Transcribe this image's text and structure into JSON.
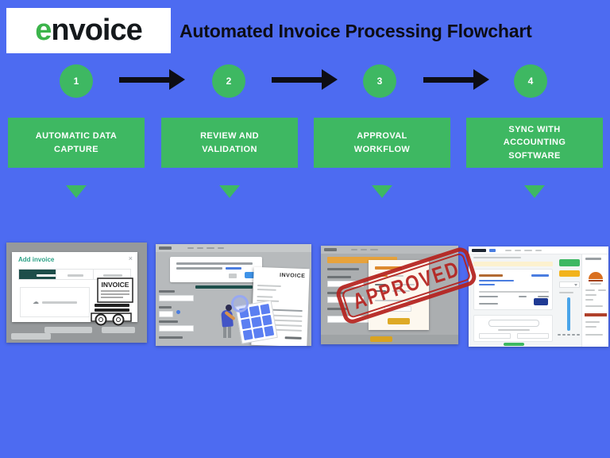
{
  "colors": {
    "background": "#4d6bf1",
    "green": "#3eb862",
    "arrow_black": "#0d0d15",
    "stamp_red": "#b5231f",
    "logo_green": "#3cb44b",
    "logo_dark": "#15191c"
  },
  "header": {
    "logo_e": "e",
    "logo_rest": "nvoice",
    "title": "Automated Invoice Processing Flowchart"
  },
  "steps": [
    {
      "number": "1",
      "label": "AUTOMATIC DATA CAPTURE"
    },
    {
      "number": "2",
      "label": "REVIEW AND VALIDATION"
    },
    {
      "number": "3",
      "label": "APPROVAL WORKFLOW"
    },
    {
      "number": "4",
      "label": "SYNC  WITH ACCOUNTING SOFTWARE"
    }
  ],
  "thumbs": {
    "capture": {
      "title": "Add invoice",
      "close": "×",
      "cloud": "☁",
      "art_label": "INVOICE"
    },
    "review": {
      "doc_label": "INVOICE"
    },
    "approval": {
      "stamp_label": "APPROVED"
    }
  }
}
